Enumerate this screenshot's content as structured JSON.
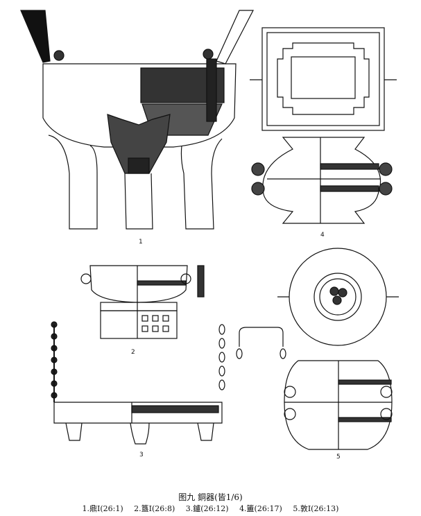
{
  "figure": {
    "title": "图九  銅器(皆1/6)",
    "captions": [
      "1.鼎Ⅰ(26:1)",
      "2.簋Ⅰ(26:8)",
      "3.鑪(26:12)",
      "4.簠(26:17)",
      "5.敦Ⅰ(26:13)"
    ],
    "labels": [
      "1",
      "2",
      "3",
      "4",
      "5"
    ]
  }
}
